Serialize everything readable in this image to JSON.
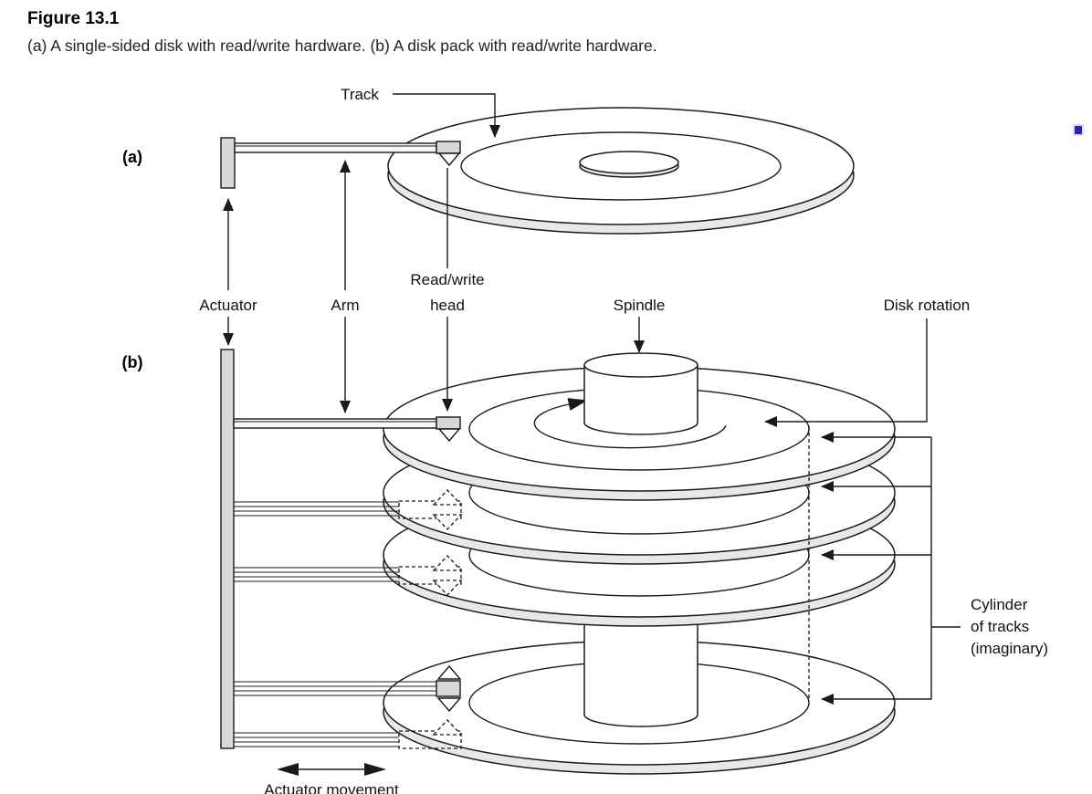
{
  "figure": {
    "title": "Figure 13.1",
    "caption": "(a) A single-sided disk with read/write hardware. (b) A disk pack with read/write hardware."
  },
  "panels": {
    "a": "(a)",
    "b": "(b)"
  },
  "labels": {
    "track": "Track",
    "actuator": "Actuator",
    "arm": "Arm",
    "read_write_line1": "Read/write",
    "read_write_line2": "head",
    "spindle": "Spindle",
    "disk_rotation": "Disk rotation",
    "cylinder_line1": "Cylinder",
    "cylinder_line2": "of tracks",
    "cylinder_line3": "(imaginary)",
    "actuator_movement": "Actuator movement"
  },
  "colors": {
    "line": "#1a1a1a",
    "disk_side_gray": "#e8e8e8",
    "hardware_gray": "#d8d8d8",
    "bullet_blue": "#2424c8"
  }
}
